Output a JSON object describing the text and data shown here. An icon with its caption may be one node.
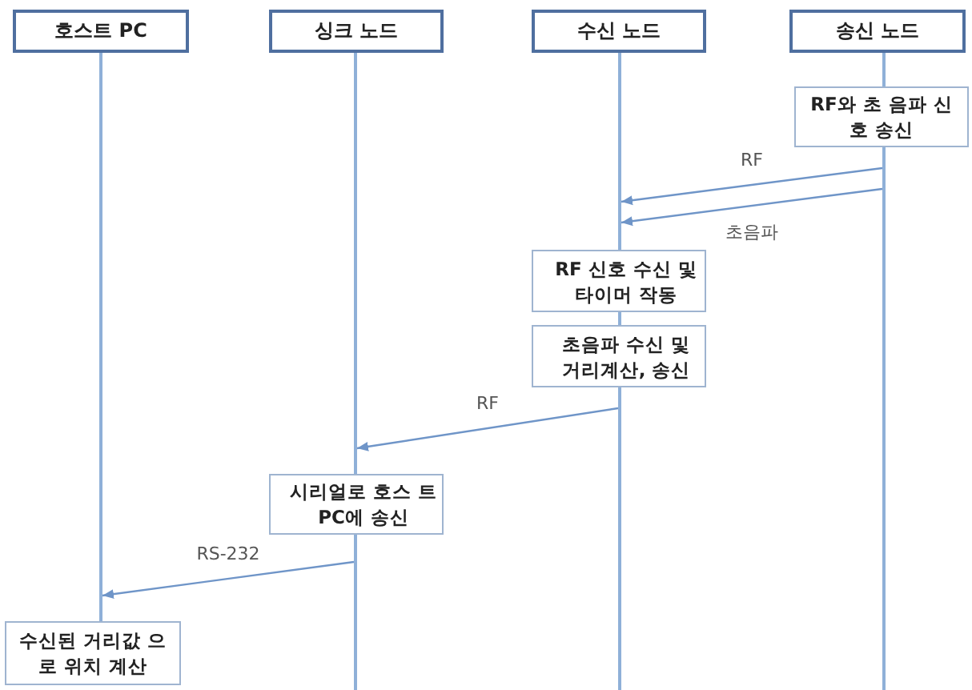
{
  "diagram": {
    "nodes": [
      {
        "text": [
          "호스트 PC"
        ]
      },
      {
        "text": [
          "싱크 노드"
        ]
      },
      {
        "text": [
          "수신 노드"
        ]
      },
      {
        "text": [
          "송신 노드"
        ]
      },
      {
        "text": [],
        "shape": "bar"
      },
      {
        "text": [],
        "shape": "bar"
      },
      {
        "text": [],
        "shape": "bar"
      },
      {
        "text": [],
        "shape": "bar"
      },
      {
        "text": [
          "RF와 초 음파 신호 송신"
        ]
      },
      {
        "text": [
          "RF 신호 수신 및 타이머 작동"
        ]
      },
      {
        "text": [
          "초음파 수신 및 거리계산, 송신"
        ]
      },
      {
        "text": [
          "시리얼로 호스 트 PC에 송신"
        ]
      },
      {
        "text": [
          "수신된 거리값 으로 위치 계산"
        ]
      }
    ],
    "edges": [
      {
        "from": 7,
        "to": 6,
        "arrow": "to",
        "label": "RF"
      },
      {
        "from": 7,
        "to": 6,
        "arrow": "to",
        "label": "초음파"
      },
      {
        "from": 6,
        "to": 5,
        "arrow": "to",
        "label": "RF"
      },
      {
        "from": 5,
        "to": 4,
        "arrow": "to",
        "label": "RS-232"
      }
    ]
  }
}
